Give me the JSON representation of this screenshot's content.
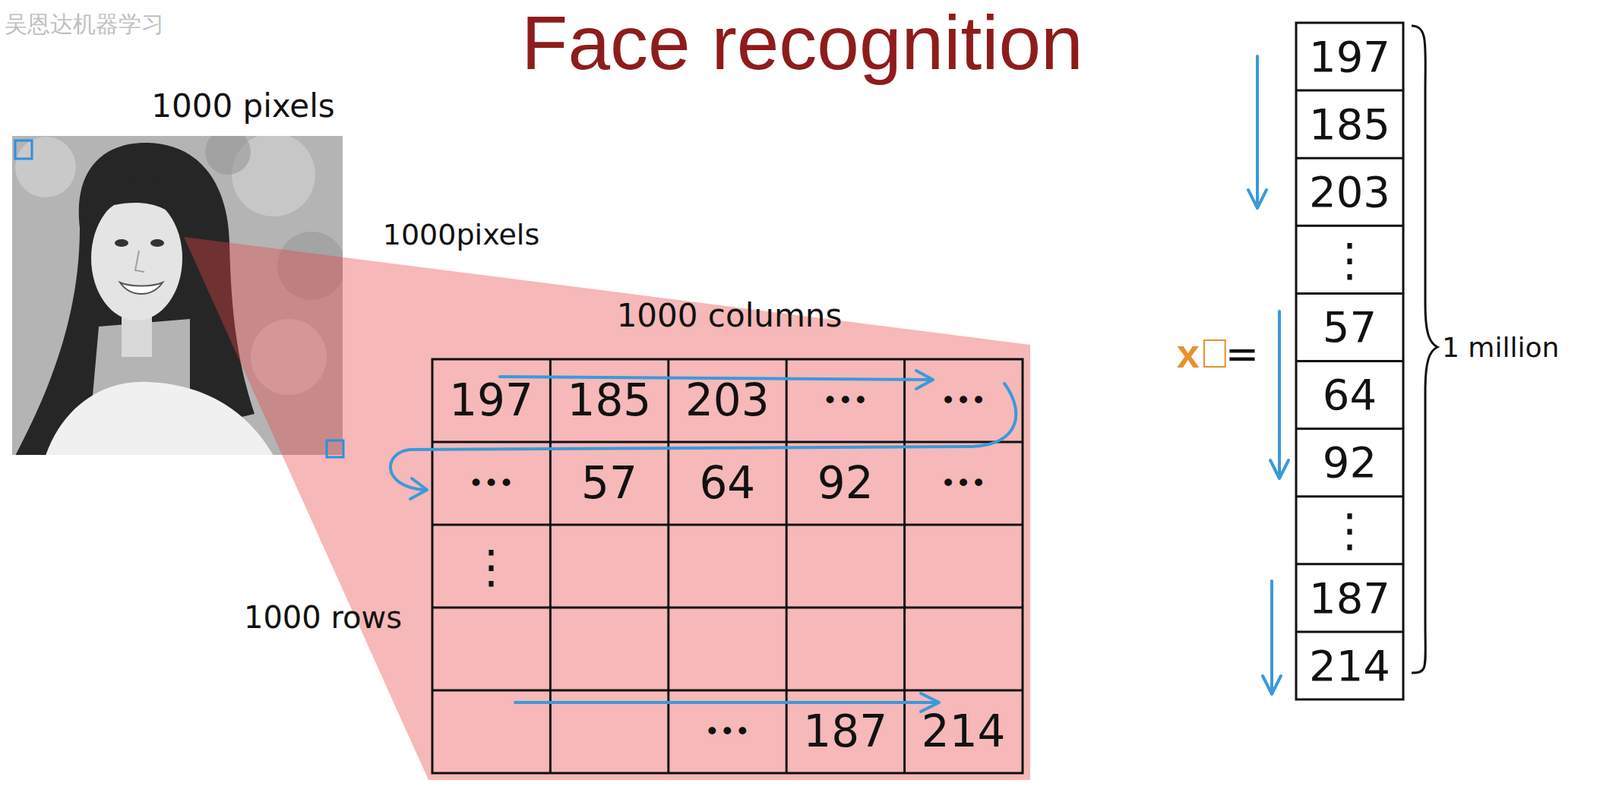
{
  "diagram": {
    "title": "Face recognition",
    "labels": [
      "吴恩达机器学习",
      "1000 pixels",
      "1000pixels",
      "1000 columns",
      "197",
      "185",
      "203",
      "•••",
      "•••",
      "•••",
      "57",
      "64",
      "92",
      "•••",
      "⋮",
      "1000 rows",
      "•••",
      "187",
      "214",
      "x⃗",
      "=",
      "197",
      "185",
      "203",
      "⋮",
      "57",
      "64",
      "92",
      "⋮",
      "187",
      "214",
      "1 million"
    ]
  }
}
